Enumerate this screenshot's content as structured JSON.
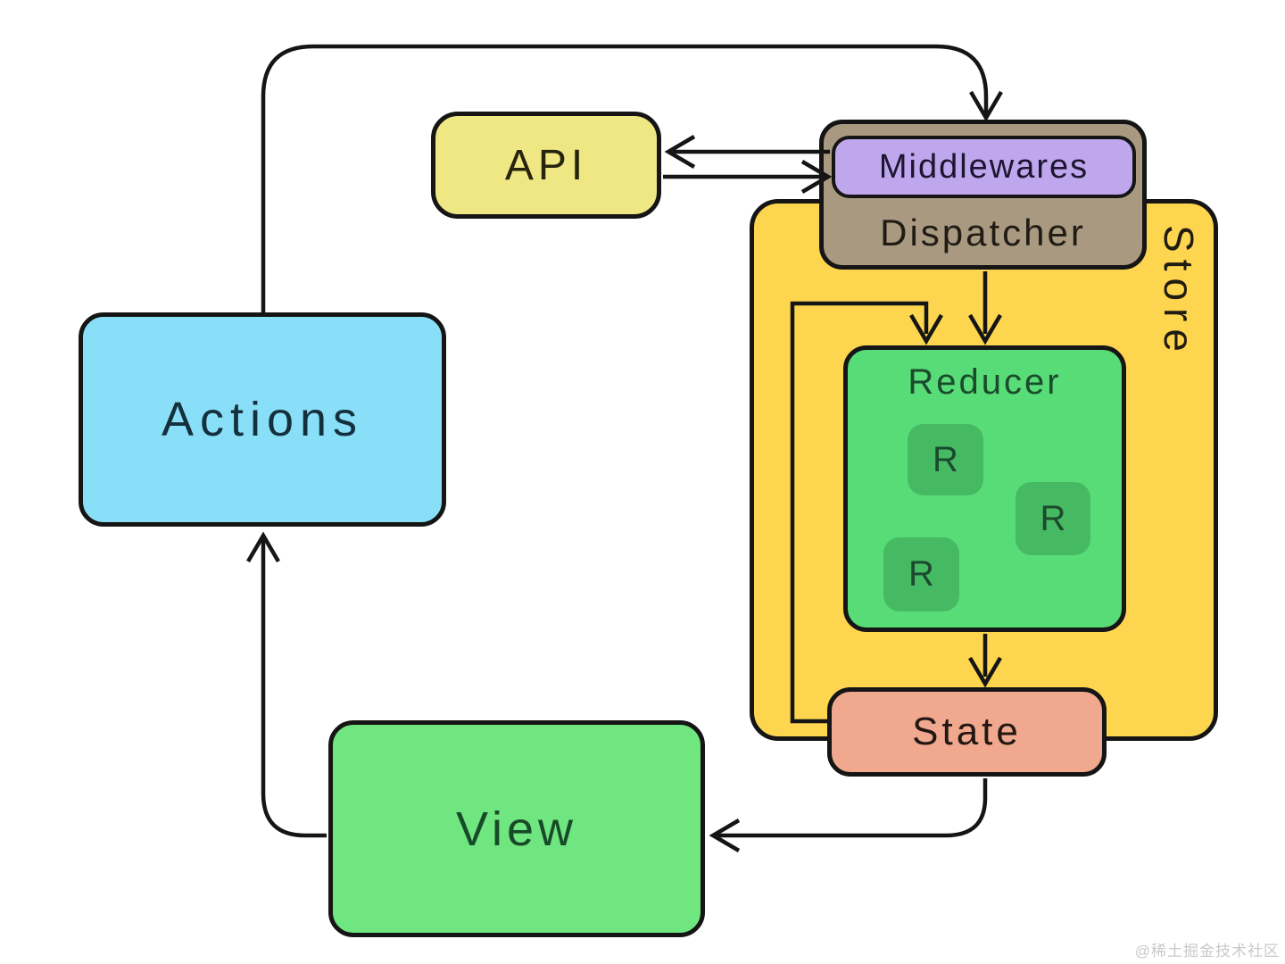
{
  "diagram": {
    "nodes": {
      "actions": {
        "label": "Actions",
        "fill": "#8ADFF8"
      },
      "api": {
        "label": "API",
        "fill": "#EFE783"
      },
      "store": {
        "label": "Store",
        "fill": "#FDD54F"
      },
      "dispatcher": {
        "label": "Dispatcher",
        "fill": "#AA9981"
      },
      "middlewares": {
        "label": "Middlewares",
        "fill": "#BFA7EE"
      },
      "reducer": {
        "label": "Reducer",
        "fill": "#58DC78",
        "children": [
          {
            "label": "R",
            "fill": "#46B963"
          },
          {
            "label": "R",
            "fill": "#46B963"
          },
          {
            "label": "R",
            "fill": "#46B963"
          }
        ]
      },
      "state": {
        "label": "State",
        "fill": "#F0A88E"
      },
      "view": {
        "label": "View",
        "fill": "#70E681"
      }
    },
    "edges": [
      "actions -> middlewares",
      "middlewares -> api",
      "api -> middlewares",
      "dispatcher -> reducer",
      "state -> reducer",
      "reducer -> state",
      "state -> view",
      "view -> actions"
    ],
    "line_color": "#151515"
  },
  "watermark": {
    "text": "@稀土掘金技术社区",
    "color": "#c9c9c9"
  }
}
